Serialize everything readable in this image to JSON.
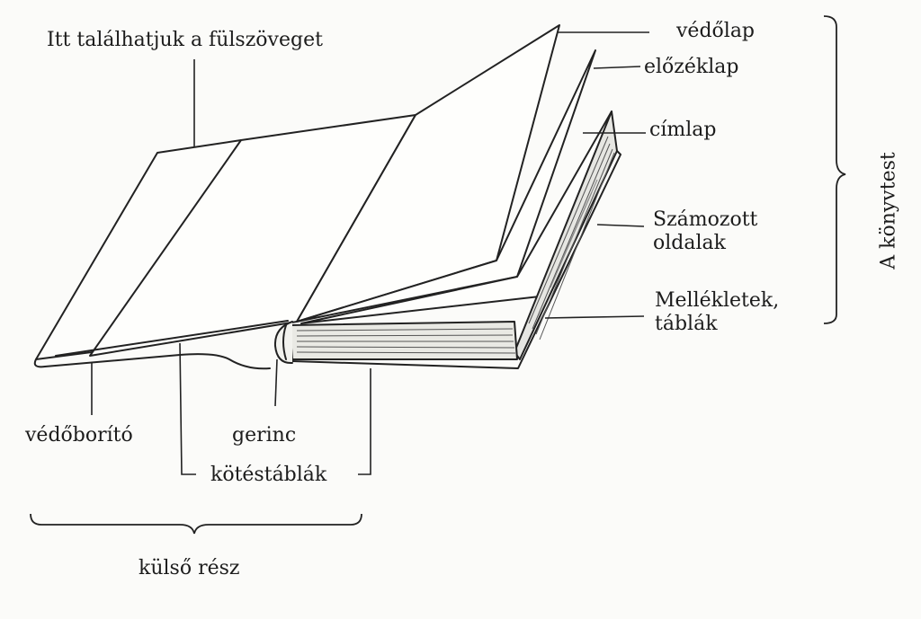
{
  "labels": {
    "fulszoveg": "Itt találhatjuk a fülszöveget",
    "vedolap": "védőlap",
    "elozeklap": "előzéklap",
    "cimlap": "címlap",
    "szamozott_1": "Számozott",
    "szamozott_2": "oldalak",
    "mellekletek_1": "Mellékletek,",
    "mellekletek_2": "táblák",
    "vedoborito": "védőborító",
    "gerinc": "gerinc",
    "kotestablak": "kötéstáblák",
    "kulso_resz": "külső rész",
    "a_konyvtest": "A könyvtest"
  },
  "colors": {
    "background": "#fbfbf9",
    "ink": "#1c1c1c"
  }
}
